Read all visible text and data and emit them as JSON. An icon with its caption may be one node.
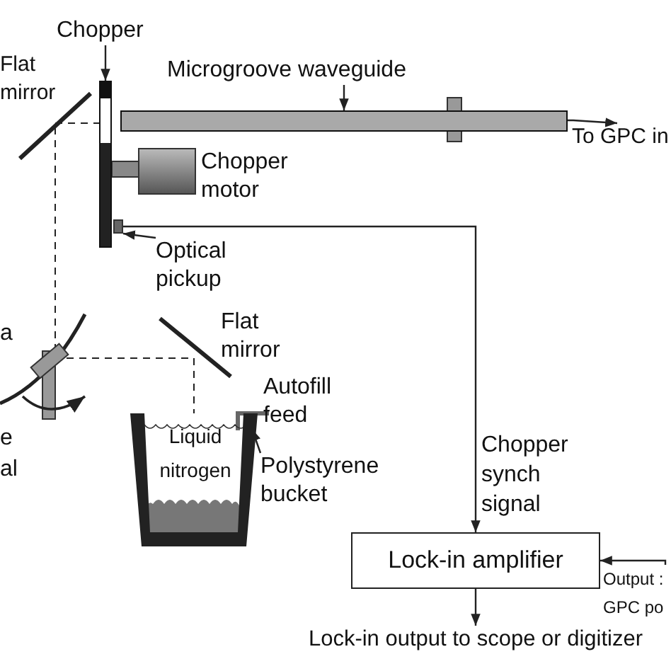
{
  "diagram": {
    "nodes": [
      {
        "text": [
          "Chopper"
        ]
      },
      {
        "text": [],
        "shape": "bar"
      },
      {
        "text": [
          "Microgroove waveguide"
        ]
      },
      {
        "text": [],
        "shape": "bar"
      },
      {
        "text": [
          "To GPC in"
        ]
      },
      {
        "text": [
          "Optical pickup"
        ]
      },
      {
        "text": [],
        "shape": "box"
      },
      {
        "text": [
          "Polystyrene bucket"
        ]
      },
      {
        "text": [],
        "shape": "bucket"
      },
      {
        "text": [
          "Lock-in amplifier"
        ]
      },
      {
        "text": [
          "Output : GPC po"
        ]
      },
      {
        "text": [
          "Lock-in output to scope or digitizer"
        ]
      }
    ],
    "edges": [
      {
        "from": 0,
        "to": 1,
        "arrow": "to"
      },
      {
        "from": 2,
        "to": 3,
        "arrow": "to"
      },
      {
        "from": 3,
        "to": 4,
        "arrow": "to"
      },
      {
        "from": 5,
        "to": 6,
        "arrow": "to"
      },
      {
        "from": 7,
        "to": 8,
        "arrow": "to"
      },
      {
        "from": 6,
        "to": 9,
        "label": "Chopper synch signal",
        "arrow": "to"
      },
      {
        "from": 10,
        "to": 9,
        "arrow": "to"
      },
      {
        "from": 9,
        "to": 11,
        "arrow": "to"
      }
    ],
    "labels": [
      "Flat mirror",
      "Chopper motor",
      "a",
      "Flat mirror",
      "Autofill feed",
      "e",
      "Liquid nitrogen",
      "al"
    ]
  }
}
